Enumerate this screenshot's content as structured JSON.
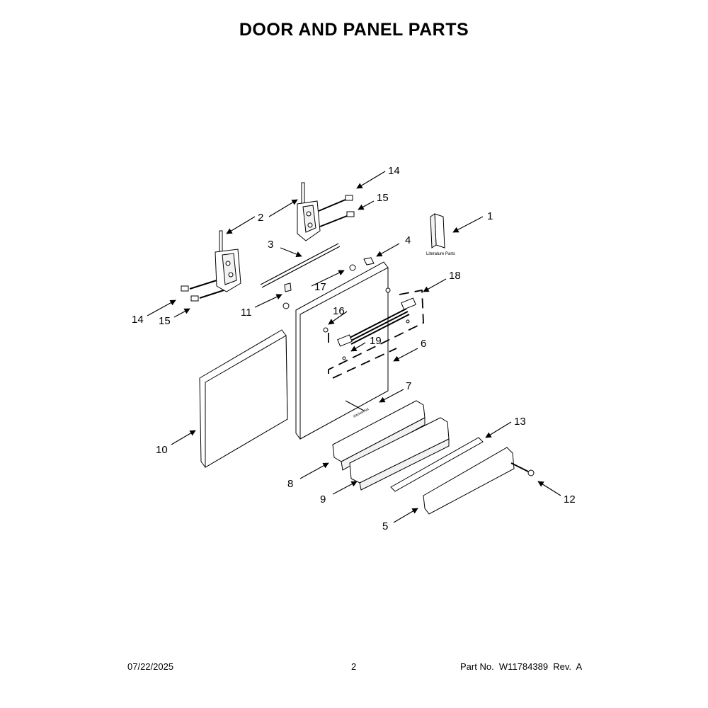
{
  "header": {
    "title": "DOOR AND PANEL PARTS"
  },
  "callouts": [
    "1",
    "2",
    "3",
    "4",
    "5",
    "6",
    "7",
    "8",
    "9",
    "10",
    "11",
    "12",
    "13",
    "14",
    "15",
    "16",
    "17",
    "18",
    "19",
    "14",
    "15"
  ],
  "literature_label": "Literature Parts",
  "footer": {
    "date": "07/22/2025",
    "page": "2",
    "part_no": "Part No.  W11784389  Rev.  A"
  }
}
